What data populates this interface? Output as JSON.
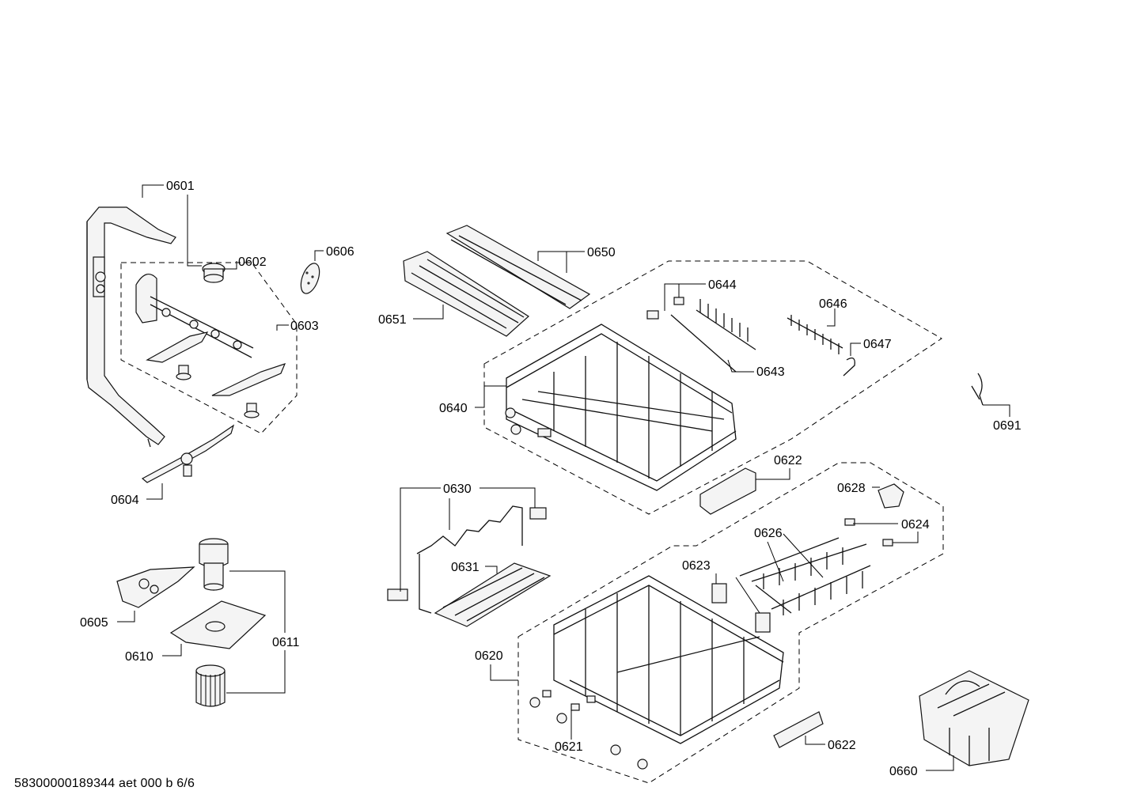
{
  "callouts": {
    "c0601": "0601",
    "c0602": "0602",
    "c0603": "0603",
    "c0604": "0604",
    "c0605": "0605",
    "c0606": "0606",
    "c0610": "0610",
    "c0611": "0611",
    "c0620": "0620",
    "c0621": "0621",
    "c0622a": "0622",
    "c0622b": "0622",
    "c0623": "0623",
    "c0624": "0624",
    "c0626": "0626",
    "c0628": "0628",
    "c0630": "0630",
    "c0631": "0631",
    "c0640": "0640",
    "c0643": "0643",
    "c0644": "0644",
    "c0646": "0646",
    "c0647": "0647",
    "c0650": "0650",
    "c0651": "0651",
    "c0660": "0660",
    "c0691": "0691"
  },
  "footer": "58300000189344 aet 000 b 6/6"
}
